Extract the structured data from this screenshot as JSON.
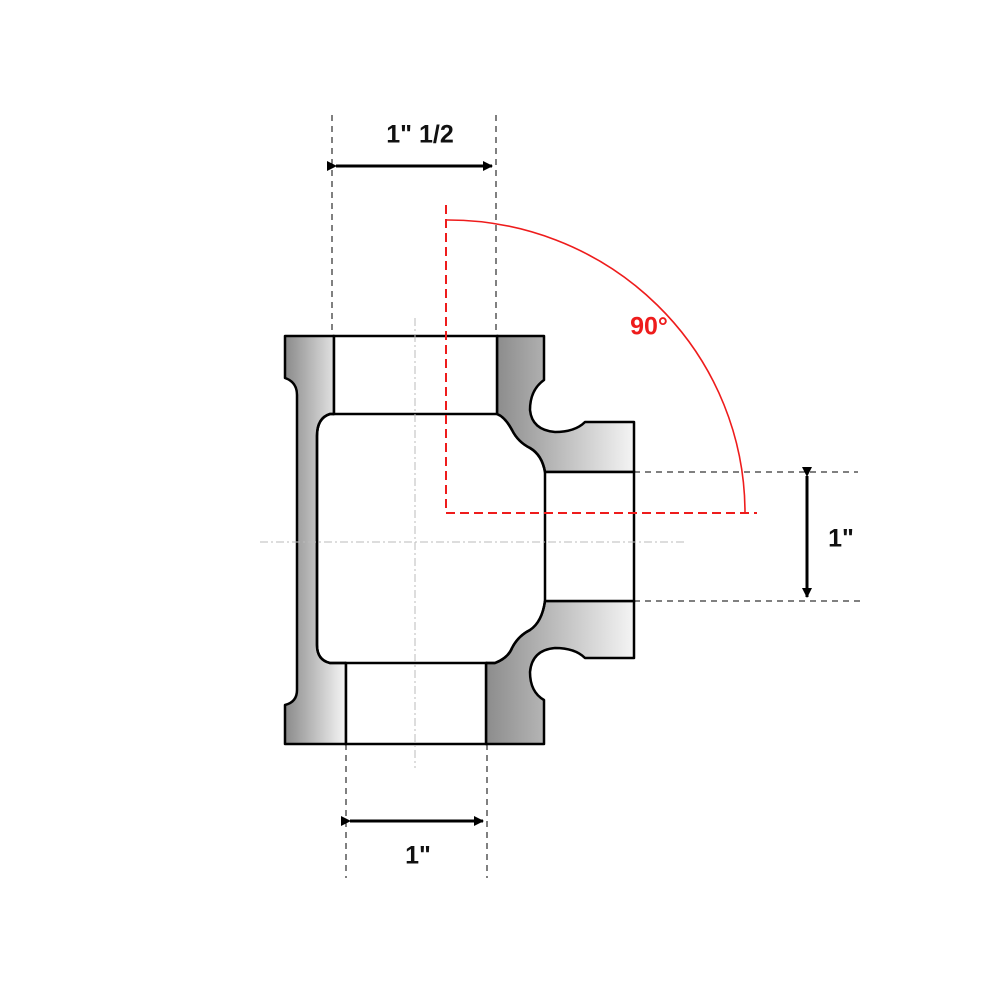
{
  "diagram": {
    "type": "technical-drawing",
    "subject": "pipe tee fitting (cross-section)",
    "colors": {
      "outline": "#000000",
      "dimension": "#111111",
      "angle": "#ee1c1c",
      "centerline": "#bbbbbb",
      "shade_dark": "#8a8a8a",
      "shade_light": "#f4f4f4"
    },
    "dimensions": {
      "top_opening": {
        "label": "1\" 1/2",
        "orientation": "horizontal"
      },
      "bottom_opening": {
        "label": "1\"",
        "orientation": "horizontal"
      },
      "side_branch": {
        "label": "1\"",
        "orientation": "vertical"
      }
    },
    "angle": {
      "label": "90°",
      "description": "branch angle between run and outlet"
    }
  }
}
